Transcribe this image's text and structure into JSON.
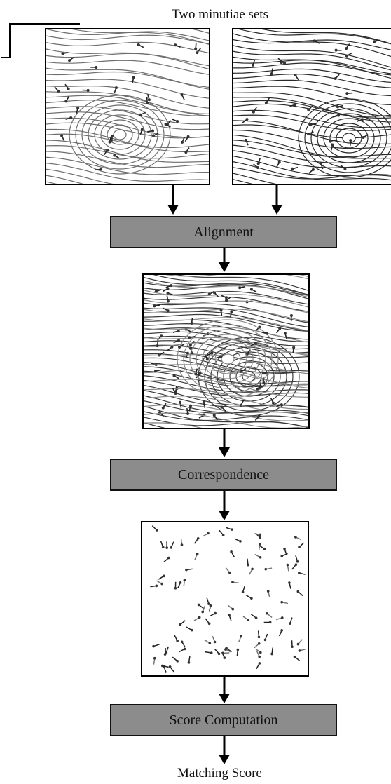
{
  "title": "Two minutiae sets",
  "stages": {
    "alignment": "Alignment",
    "correspondence": "Correspondence",
    "score_computation": "Score Computation"
  },
  "output": "Matching Score",
  "images": {
    "input_left": "fingerprint-left",
    "input_right": "fingerprint-right",
    "aligned": "aligned-fingerprints",
    "minutiae": "minutiae-points"
  }
}
